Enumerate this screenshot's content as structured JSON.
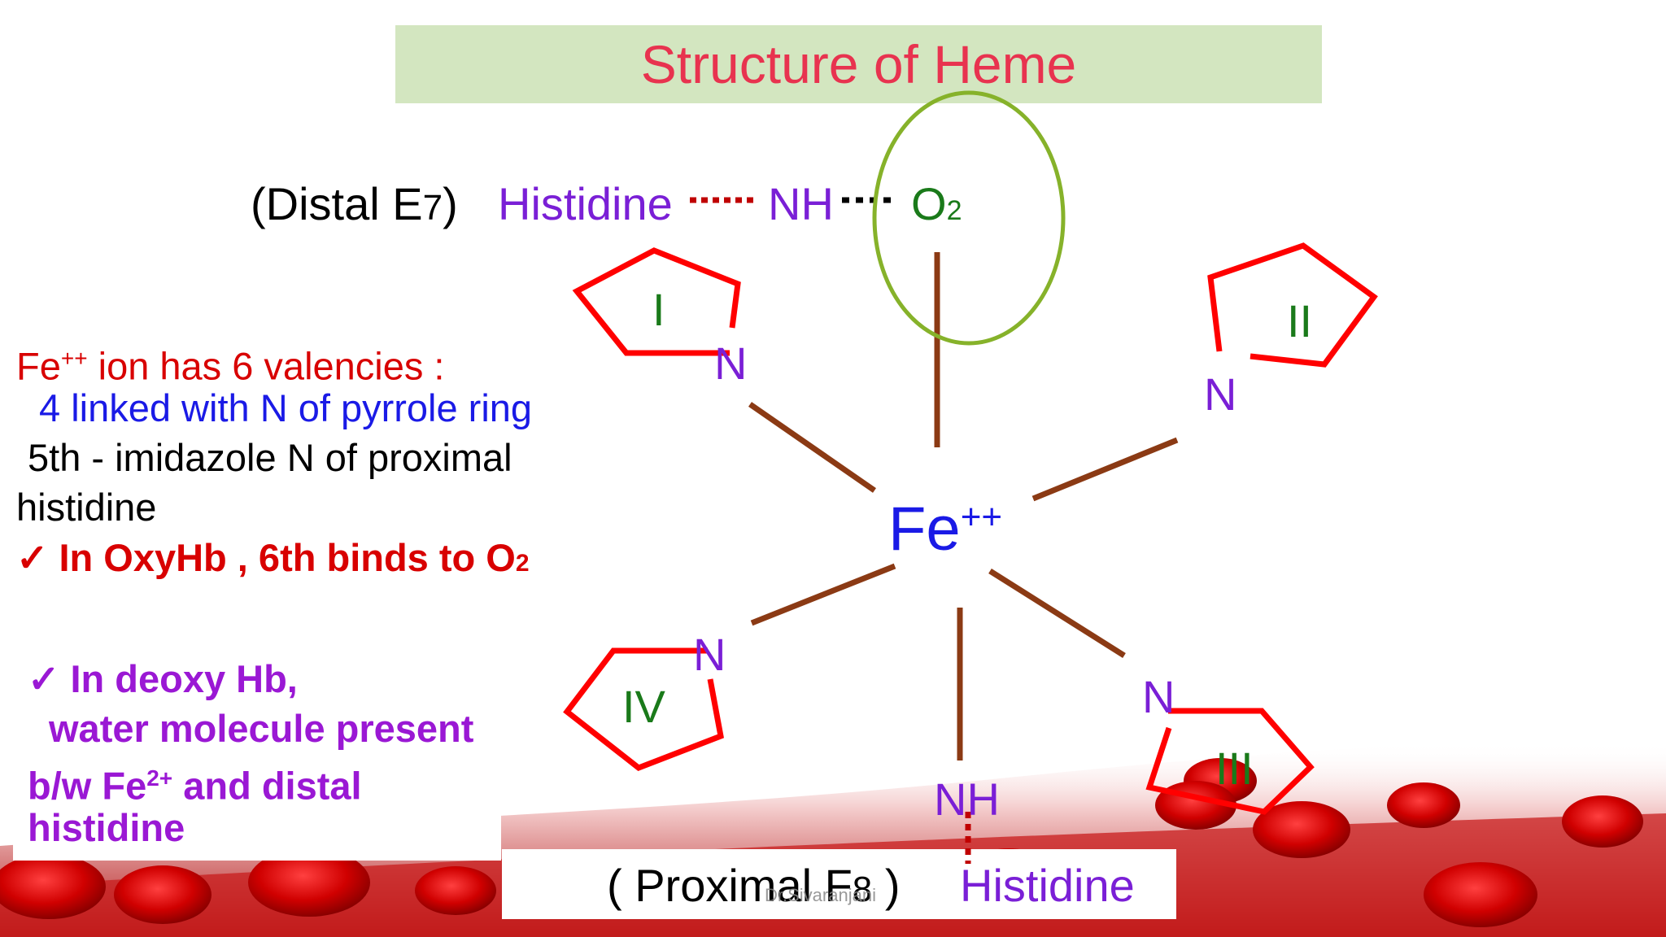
{
  "title": "Structure of Heme",
  "distal": {
    "prefix": "(Distal E",
    "sub": "7",
    "suffix": ")",
    "histidine": "Histidine",
    "nh": "NH",
    "o2": "O",
    "o2_sub": "2"
  },
  "rings": [
    {
      "roman": "I",
      "n": "N"
    },
    {
      "roman": "II",
      "n": "N"
    },
    {
      "roman": "III",
      "n": "N"
    },
    {
      "roman": "IV",
      "n": "N"
    }
  ],
  "center": {
    "fe": "Fe",
    "charge": "++"
  },
  "proximal": {
    "nh": "NH",
    "label_prefix": "( Proximal F",
    "label_sub": "8",
    "label_suffix": " )",
    "histidine": "Histidine"
  },
  "notes": {
    "line1_prefix": "Fe",
    "line1_sup": "++",
    "line1_rest": " ion has 6 valencies :",
    "line2": "4 linked with N of pyrrole ring",
    "line3": "5th -  imidazole N of proximal",
    "line4": "histidine",
    "line5": "✓ In OxyHb , 6th binds to O",
    "line5_sub": "2",
    "deoxy1": "✓ In  deoxy Hb,",
    "deoxy2": "water molecule present",
    "deoxy3_prefix": "b/w Fe",
    "deoxy3_sup": "2+",
    "deoxy3_rest": " and distal",
    "deoxy4": "histidine"
  },
  "credit": "Dr.Sivaranjani",
  "colors": {
    "title": "#e8334f",
    "title_bar": "#d3e6c0",
    "bond": "#8b3a14",
    "ring": "#ff0000",
    "ellipse": "#86b22a"
  }
}
